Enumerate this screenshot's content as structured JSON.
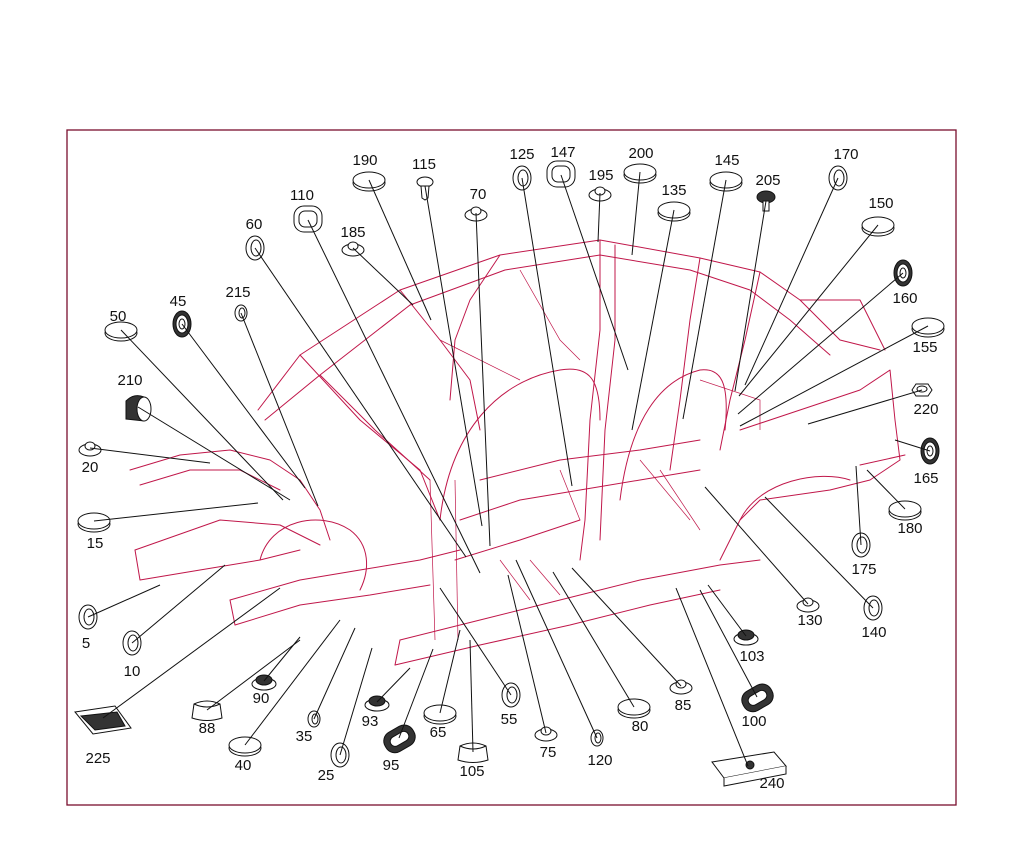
{
  "colors": {
    "body_outline": "#c0174a",
    "frame": "#7a0f2e",
    "ink": "#111111"
  },
  "callouts": [
    {
      "id": "5",
      "label": "5",
      "part": "round-plug"
    },
    {
      "id": "10",
      "label": "10",
      "part": "round-plug"
    },
    {
      "id": "15",
      "label": "15",
      "part": "oval-plug"
    },
    {
      "id": "20",
      "label": "20",
      "part": "small-grommet"
    },
    {
      "id": "25",
      "label": "25",
      "part": "round-plug"
    },
    {
      "id": "35",
      "label": "35",
      "part": "small-round-plug"
    },
    {
      "id": "40",
      "label": "40",
      "part": "oval-plug"
    },
    {
      "id": "45",
      "label": "45",
      "part": "ribbed-grommet"
    },
    {
      "id": "50",
      "label": "50",
      "part": "oval-plug"
    },
    {
      "id": "55",
      "label": "55",
      "part": "round-plug"
    },
    {
      "id": "60",
      "label": "60",
      "part": "round-plug"
    },
    {
      "id": "65",
      "label": "65",
      "part": "oval-plug"
    },
    {
      "id": "70",
      "label": "70",
      "part": "small-grommet"
    },
    {
      "id": "75",
      "label": "75",
      "part": "small-grommet"
    },
    {
      "id": "80",
      "label": "80",
      "part": "oval-plug"
    },
    {
      "id": "85",
      "label": "85",
      "part": "small-grommet"
    },
    {
      "id": "88",
      "label": "88",
      "part": "square-cap"
    },
    {
      "id": "90",
      "label": "90",
      "part": "cup-grommet"
    },
    {
      "id": "93",
      "label": "93",
      "part": "cup-grommet"
    },
    {
      "id": "95",
      "label": "95",
      "part": "slotted-grommet"
    },
    {
      "id": "100",
      "label": "100",
      "part": "slotted-grommet"
    },
    {
      "id": "103",
      "label": "103",
      "part": "cup-grommet"
    },
    {
      "id": "105",
      "label": "105",
      "part": "square-cap"
    },
    {
      "id": "110",
      "label": "110",
      "part": "rounded-rect-plug"
    },
    {
      "id": "115",
      "label": "115",
      "part": "push-clip"
    },
    {
      "id": "120",
      "label": "120",
      "part": "small-round-plug"
    },
    {
      "id": "125",
      "label": "125",
      "part": "round-plug"
    },
    {
      "id": "130",
      "label": "130",
      "part": "small-grommet"
    },
    {
      "id": "135",
      "label": "135",
      "part": "oval-plug"
    },
    {
      "id": "140",
      "label": "140",
      "part": "round-plug"
    },
    {
      "id": "145",
      "label": "145",
      "part": "oval-plug"
    },
    {
      "id": "147",
      "label": "147",
      "part": "rounded-rect-plug"
    },
    {
      "id": "150",
      "label": "150",
      "part": "oval-plug"
    },
    {
      "id": "155",
      "label": "155",
      "part": "oval-plug"
    },
    {
      "id": "160",
      "label": "160",
      "part": "ribbed-grommet"
    },
    {
      "id": "165",
      "label": "165",
      "part": "ribbed-grommet"
    },
    {
      "id": "170",
      "label": "170",
      "part": "round-plug"
    },
    {
      "id": "175",
      "label": "175",
      "part": "round-plug"
    },
    {
      "id": "180",
      "label": "180",
      "part": "oval-plug"
    },
    {
      "id": "185",
      "label": "185",
      "part": "small-grommet"
    },
    {
      "id": "190",
      "label": "190",
      "part": "oval-plug"
    },
    {
      "id": "195",
      "label": "195",
      "part": "small-grommet"
    },
    {
      "id": "200",
      "label": "200",
      "part": "oval-plug"
    },
    {
      "id": "205",
      "label": "205",
      "part": "screw"
    },
    {
      "id": "210",
      "label": "210",
      "part": "cap-grommet"
    },
    {
      "id": "215",
      "label": "215",
      "part": "small-round-plug"
    },
    {
      "id": "220",
      "label": "220",
      "part": "hex-nut"
    },
    {
      "id": "225",
      "label": "225",
      "part": "wedge-bracket"
    },
    {
      "id": "240",
      "label": "240",
      "part": "block-bracket"
    }
  ]
}
